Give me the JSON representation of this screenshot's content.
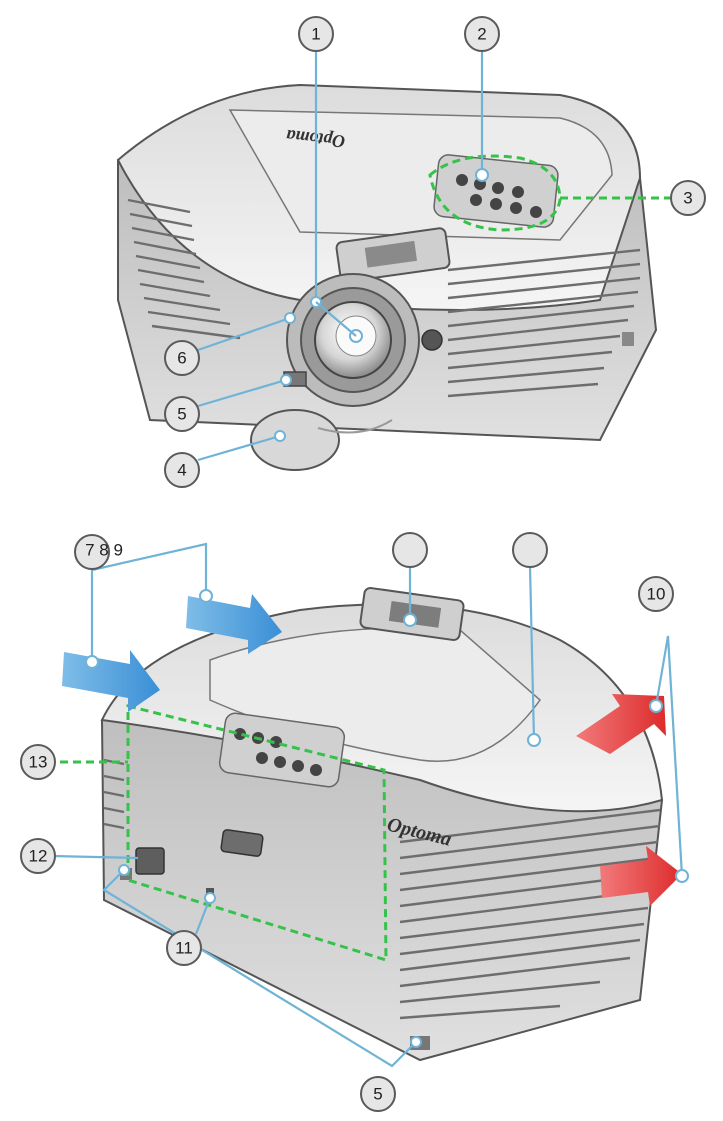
{
  "brand": "Optoma",
  "callouts": {
    "c1": "1",
    "c2": "2",
    "c3": "3",
    "c4": "4",
    "c5a": "5",
    "c6": "6",
    "c789": "7 8 9",
    "c_blank_a": "",
    "c_blank_b": "",
    "c10": "10",
    "c13": "13",
    "c12": "12",
    "c11": "11",
    "c5b": "5"
  },
  "colors": {
    "leader": "#6fb3d6",
    "dashed_outline": "#36c24a",
    "airflow_in": "#4a9ad8",
    "airflow_out": "#e23838"
  }
}
